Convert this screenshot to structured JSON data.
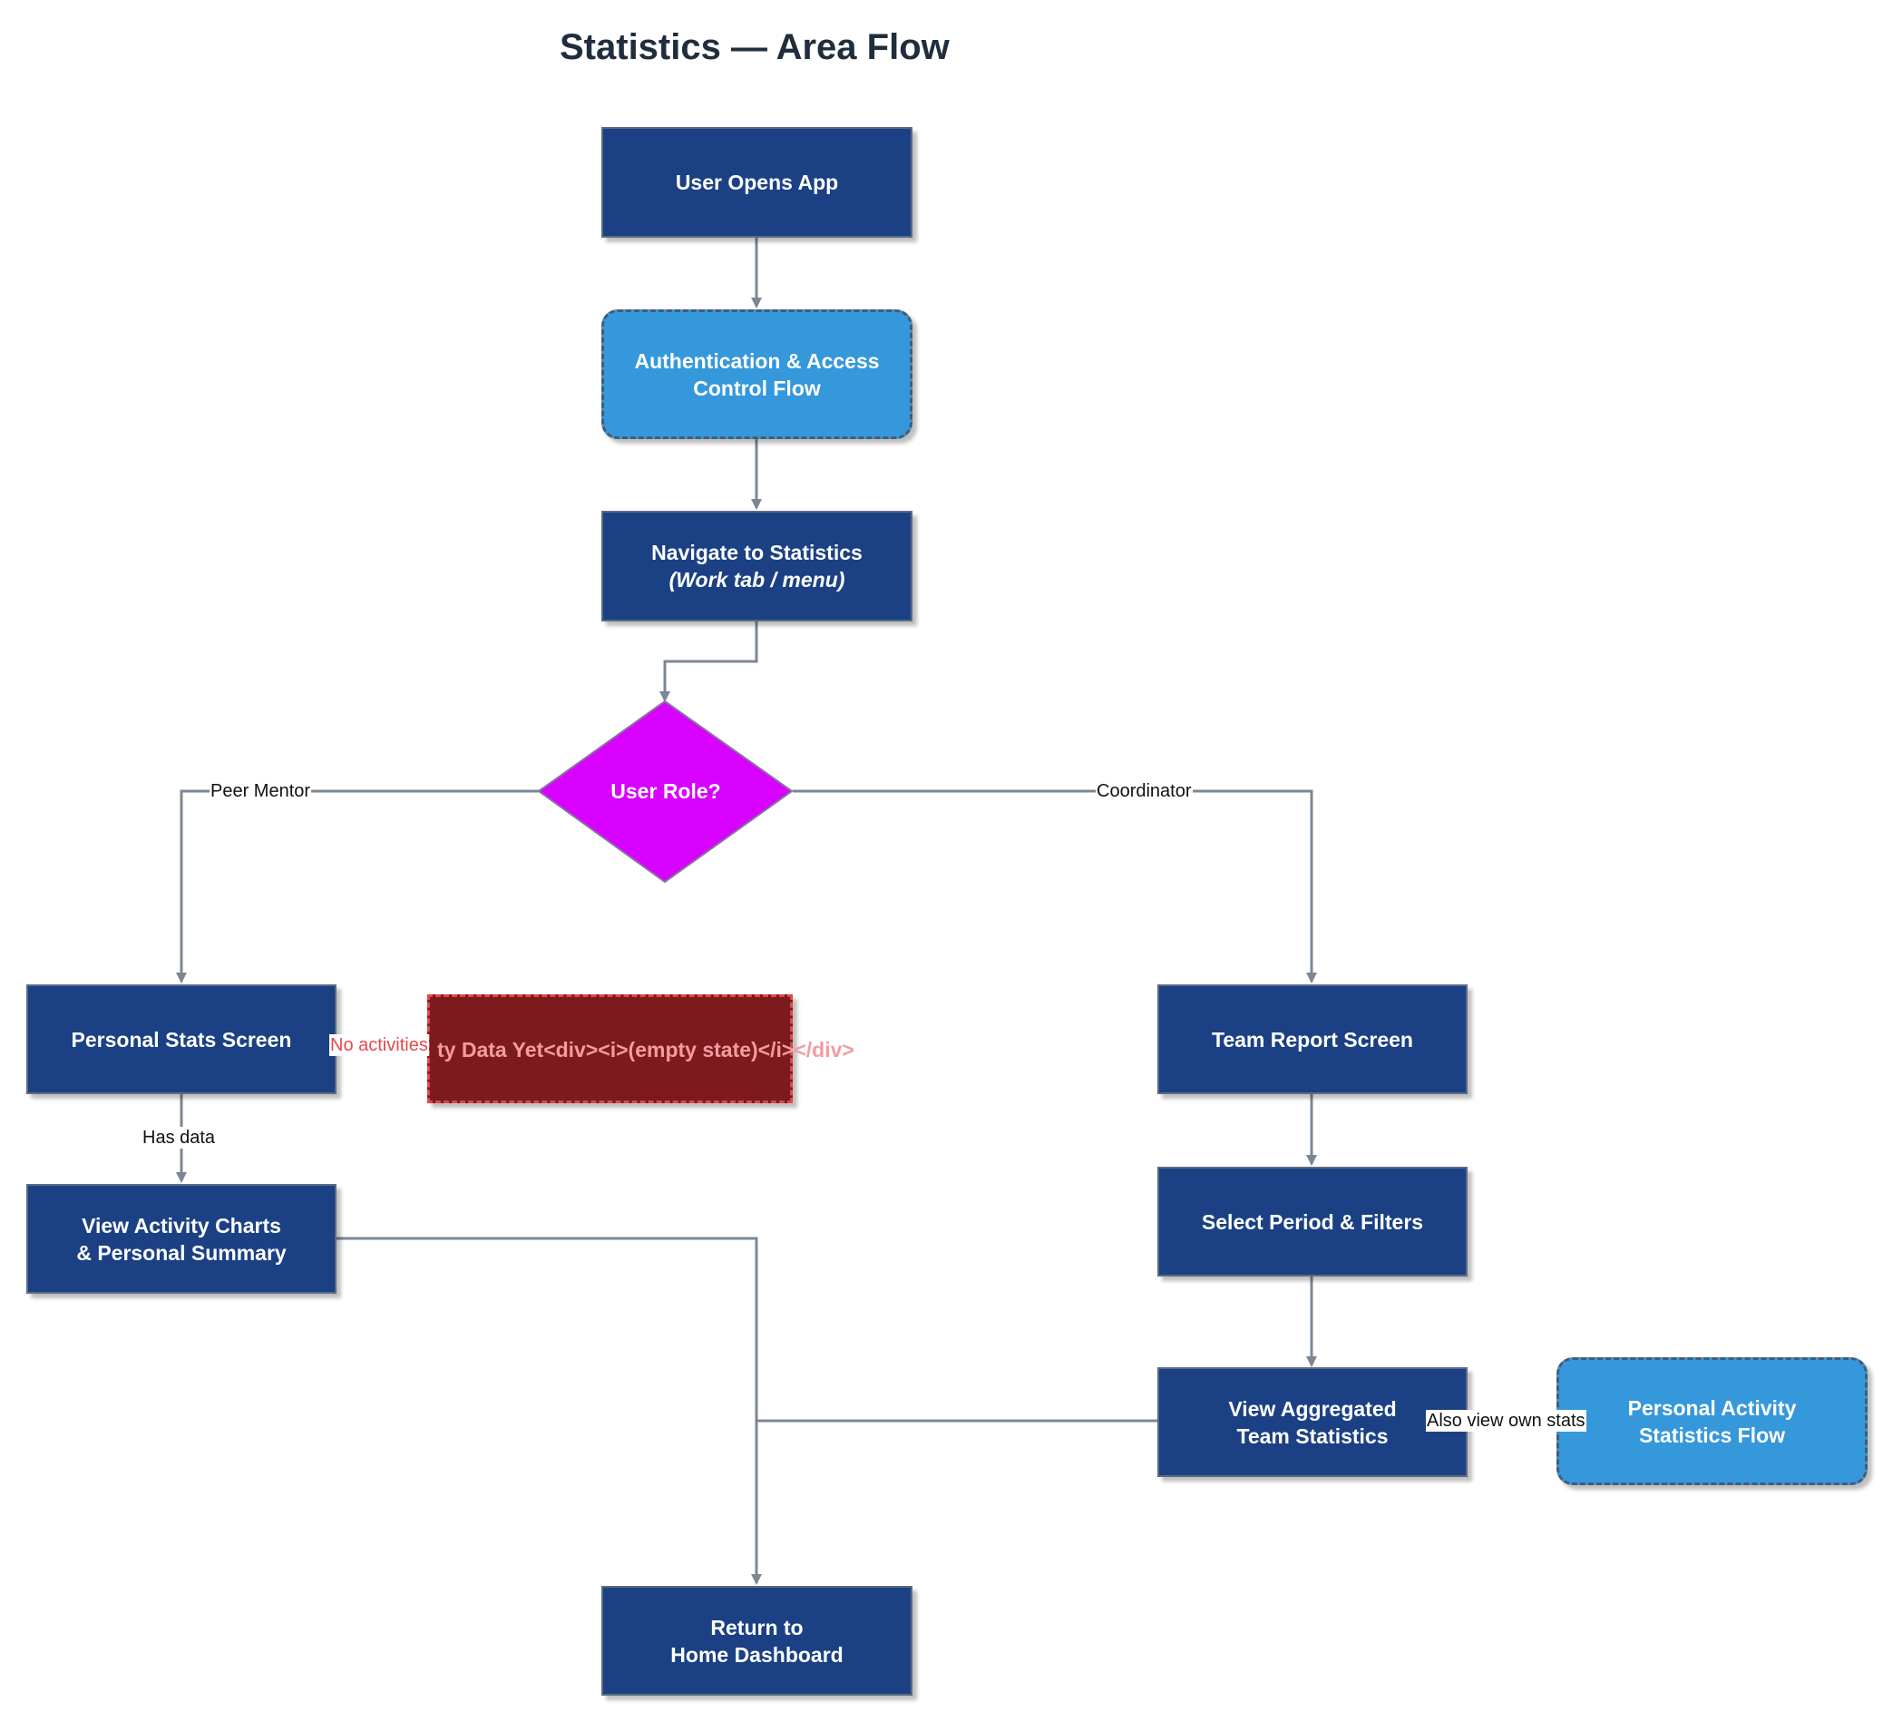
{
  "title": "Statistics — Area Flow",
  "nodes": {
    "user_opens_app": "User Opens App",
    "auth_flow": [
      "Authentication & Access",
      "Control Flow"
    ],
    "navigate_stats": {
      "line1": "Navigate to Statistics",
      "line2": "(Work tab / menu)"
    },
    "user_role": "User Role?",
    "personal_stats": "Personal Stats Screen",
    "empty_state": "ty Data Yet<div><i>(empty state)</i></div>",
    "view_activity": [
      "View Activity Charts",
      "& Personal Summary"
    ],
    "team_report": "Team Report Screen",
    "select_period": "Select Period & Filters",
    "view_aggregated": [
      "View Aggregated",
      "Team Statistics"
    ],
    "personal_activity_flow": [
      "Personal Activity",
      "Statistics Flow"
    ],
    "return_home": [
      "Return to",
      "Home Dashboard"
    ]
  },
  "edge_labels": {
    "peer_mentor": "Peer Mentor",
    "coordinator": "Coordinator",
    "no_activities": "No activities",
    "has_data": "Has data",
    "also_view_own": "Also view own stats"
  },
  "colors": {
    "process": "#1b4184",
    "subflow": "#3598db",
    "decision": "#d800ff",
    "empty_state": "#7d1a1e",
    "connector": "#7b8795"
  }
}
